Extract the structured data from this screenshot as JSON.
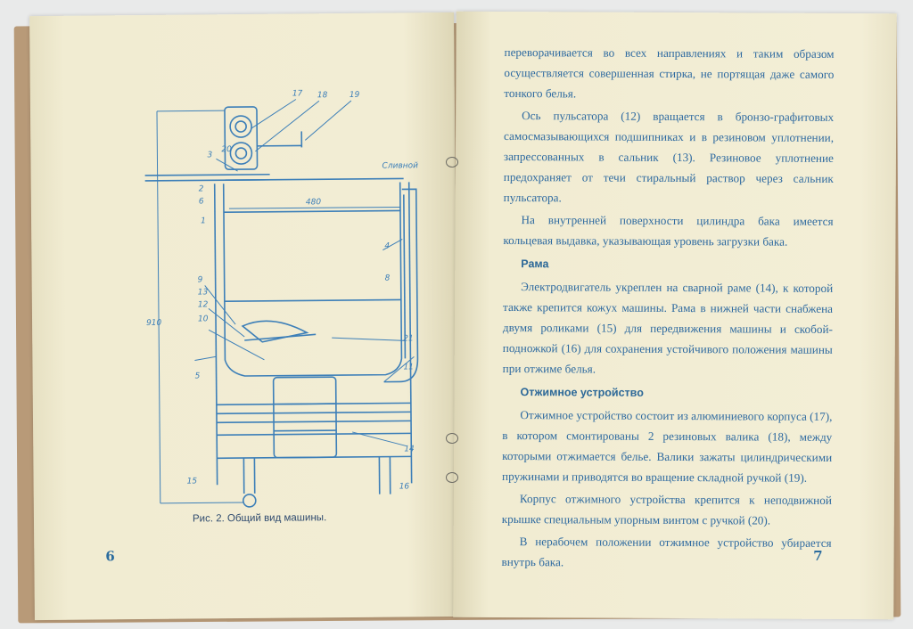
{
  "left_page": {
    "page_number": "6",
    "figure_caption": "Рис. 2. Общий вид машины.",
    "figure_labels": [
      "17",
      "18",
      "19",
      "3",
      "20",
      "Сливной",
      "2",
      "6",
      "480",
      "1",
      "4",
      "8",
      "9",
      "13",
      "12",
      "10",
      "910",
      "21",
      "11",
      "5",
      "14",
      "15",
      "16"
    ]
  },
  "right_page": {
    "page_number": "7",
    "paragraphs": [
      {
        "type": "text",
        "indent": false,
        "text": "переворачивается во всех направлениях и таким образом осуществляется совершенная стирка, не портящая даже самого тонкого белья."
      },
      {
        "type": "text",
        "indent": true,
        "text": "Ось пульсатора (12) вращается в бронзо-графитовых самосмазывающихся подшипниках и в резиновом уплотнении, запрессованных в сальник (13). Резиновое уплотнение предохраняет от течи стиральный раствор через сальник пульсатора."
      },
      {
        "type": "text",
        "indent": true,
        "text": "На внутренней поверхности цилиндра бака имеется кольцевая выдавка, указывающая уровень загрузки бака."
      },
      {
        "type": "heading",
        "text": "Рама"
      },
      {
        "type": "text",
        "indent": true,
        "text": "Электродвигатель укреплен на сварной раме (14), к которой также крепится кожух машины. Рама в нижней части снабжена двумя роликами (15) для передвижения машины и скобой-подножкой (16) для сохранения устойчивого положения машины при отжиме белья."
      },
      {
        "type": "heading",
        "text": "Отжимное устройство"
      },
      {
        "type": "text",
        "indent": true,
        "text": "Отжимное устройство состоит из алюминиевого корпуса (17), в котором смонтированы 2 резиновых валика (18), между которыми отжимается белье. Валики зажаты цилиндрическими пружинами и приводятся во вращение складной ручкой (19)."
      },
      {
        "type": "text",
        "indent": true,
        "text": "Корпус отжимного устройства крепится к неподвижной крышке специальным упорным винтом с ручкой (20)."
      },
      {
        "type": "text",
        "indent": true,
        "text": "В нерабочем положении отжимное устройство убирается внутрь бака."
      }
    ]
  },
  "colors": {
    "ink_blue": "#2e6aa0",
    "paper": "#f1ecd2",
    "cover": "#b89a78"
  }
}
